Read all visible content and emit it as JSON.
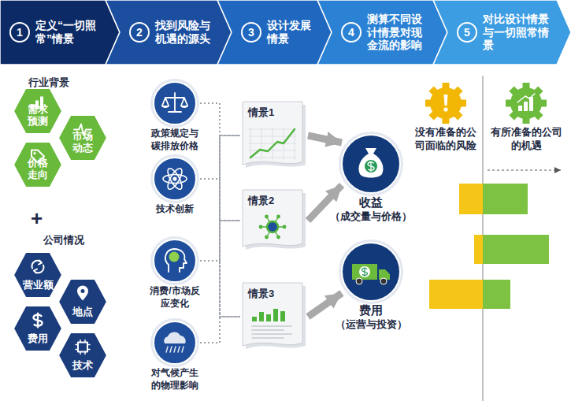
{
  "diagram": {
    "nodes": [
      {
        "text": [
          "1",
          "定义“一切照常”情景"
        ]
      },
      {
        "text": [
          "2",
          "找到风险与机遇的源头"
        ]
      },
      {
        "text": [
          "3",
          "设计发展情景"
        ]
      },
      {
        "text": [
          "4",
          "测算不同设计情景对现金流的影响"
        ]
      },
      {
        "text": [
          "5",
          "对比设计情景与一切照常情景"
        ]
      },
      {
        "text": [
          "需求预测"
        ]
      },
      {
        "text": [
          "市场动态"
        ]
      },
      {
        "text": [
          "价格走向"
        ]
      },
      {
        "text": [
          "营业额"
        ]
      },
      {
        "text": [
          "地点"
        ]
      },
      {
        "text": [
          "费用"
        ]
      },
      {
        "text": [
          "技术"
        ]
      },
      {
        "text": [
          "政策规定与碳排放价格"
        ]
      },
      {
        "text": [
          "技术创新"
        ]
      },
      {
        "text": [
          "消费/市场反应变化"
        ]
      },
      {
        "text": [
          "对气候产生的物理影响"
        ]
      },
      {
        "text": [
          "情景1"
        ]
      },
      {
        "text": [
          "情景2"
        ]
      },
      {
        "text": [
          "情景3"
        ]
      },
      {
        "text": [
          "收益",
          "（成交量与价格）"
        ]
      },
      {
        "text": [
          "费用",
          "（运营与投资）"
        ]
      },
      {
        "text": [
          "没有准备的公司面临的风险"
        ]
      },
      {
        "text": [
          "有所准备的公司的机遇"
        ]
      }
    ],
    "edges": [
      {
        "from": 12,
        "to": 16,
        "arrow": "none"
      },
      {
        "from": 12,
        "to": 17,
        "arrow": "none"
      },
      {
        "from": 12,
        "to": 18,
        "arrow": "none"
      },
      {
        "from": 13,
        "to": 16,
        "arrow": "none"
      },
      {
        "from": 13,
        "to": 17,
        "arrow": "none"
      },
      {
        "from": 13,
        "to": 18,
        "arrow": "none"
      },
      {
        "from": 14,
        "to": 16,
        "arrow": "none"
      },
      {
        "from": 14,
        "to": 17,
        "arrow": "none"
      },
      {
        "from": 14,
        "to": 18,
        "arrow": "none"
      },
      {
        "from": 15,
        "to": 16,
        "arrow": "none"
      },
      {
        "from": 15,
        "to": 17,
        "arrow": "none"
      },
      {
        "from": 15,
        "to": 18,
        "arrow": "none"
      },
      {
        "from": 16,
        "to": 19,
        "arrow": "to"
      },
      {
        "from": 17,
        "to": 19,
        "arrow": "to"
      },
      {
        "from": 18,
        "to": 20,
        "arrow": "to"
      }
    ],
    "labels": [
      "行业背景",
      "+",
      "公司情况"
    ]
  }
}
